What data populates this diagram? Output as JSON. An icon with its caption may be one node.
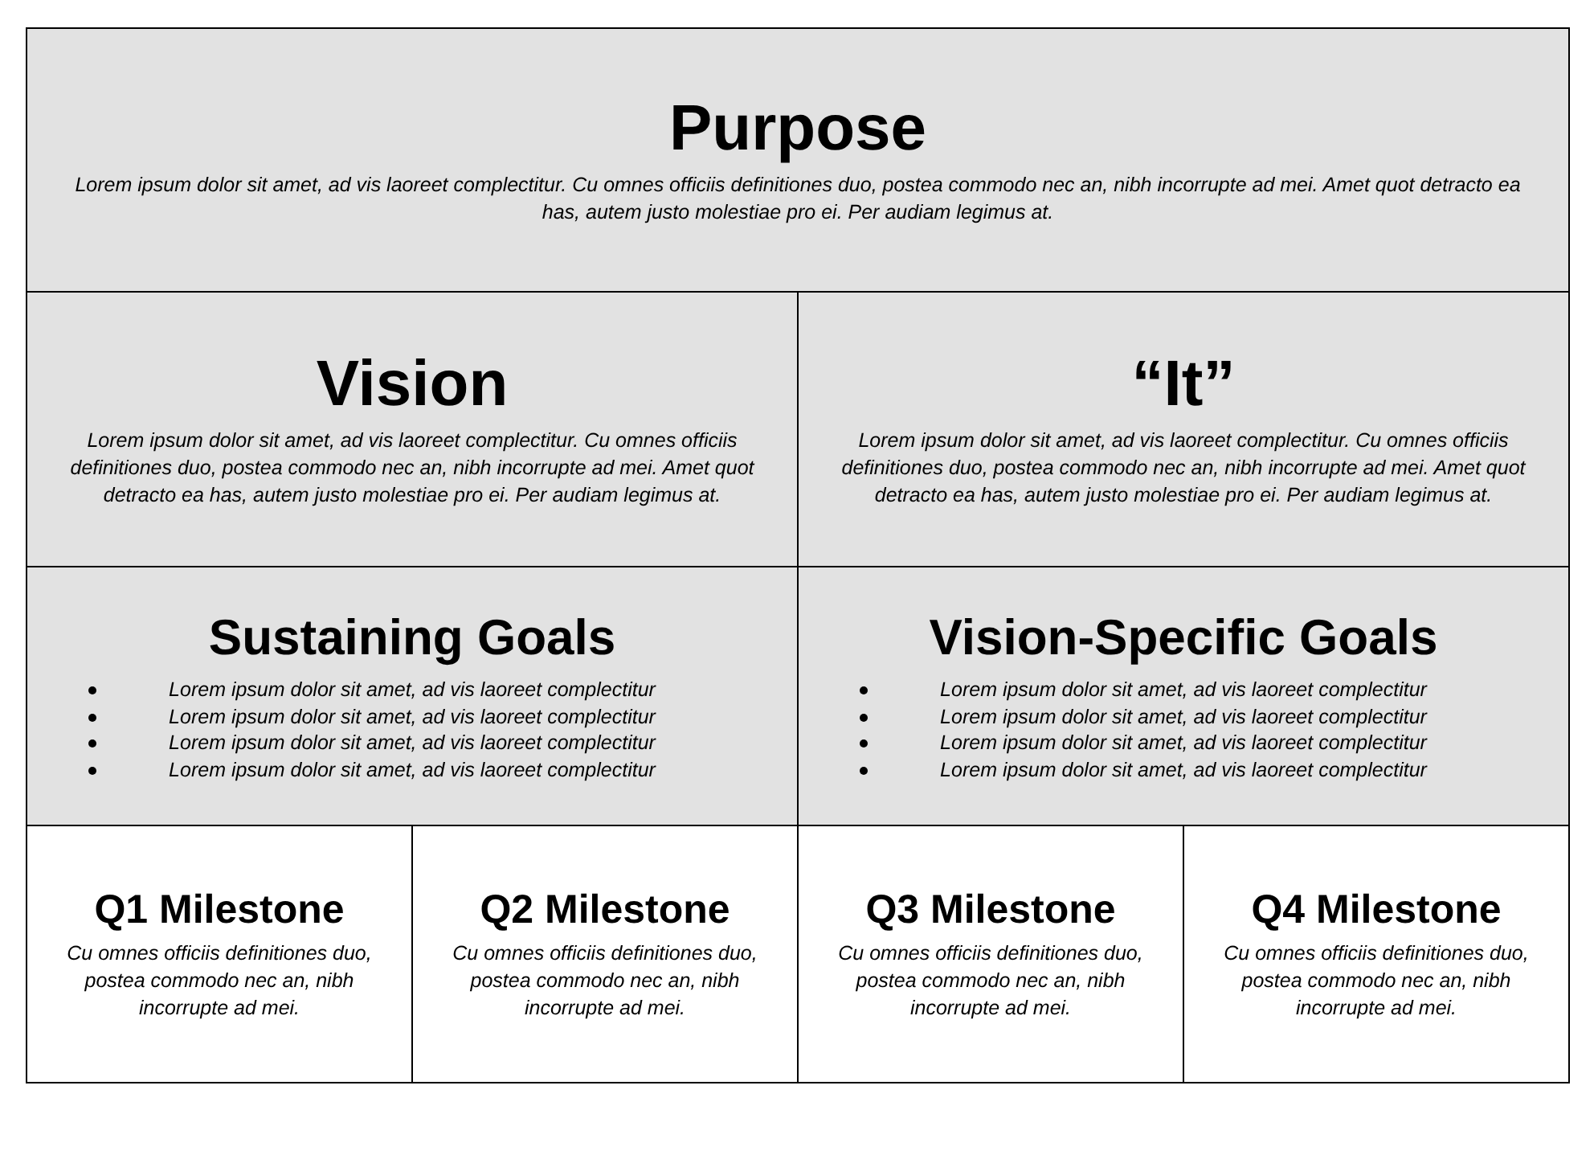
{
  "diagram": {
    "nodes": [
      {
        "text": [
          "Purpose",
          "Lorem ipsum dolor sit amet, ad vis laoreet complectitur. Cu omnes officiis definitiones duo, postea commodo nec an, nibh incorrupte ad mei. Amet quot detracto ea has, autem justo molestiae pro ei. Per audiam legimus at."
        ]
      },
      {
        "text": [
          "Vision",
          "Lorem ipsum dolor sit amet, ad vis laoreet complectitur. Cu omnes officiis definitiones duo, postea commodo nec an, nibh incorrupte ad mei. Amet quot detracto ea has, autem justo molestiae pro ei. Per audiam legimus at."
        ]
      },
      {
        "text": [
          "“It”",
          "Lorem ipsum dolor sit amet, ad vis laoreet complectitur. Cu omnes officiis definitiones duo, postea commodo nec an, nibh incorrupte ad mei. Amet quot detracto ea has, autem justo molestiae pro ei. Per audiam legimus at."
        ]
      },
      {
        "text": [
          "Sustaining Goals",
          "Lorem ipsum dolor sit amet, ad vis laoreet complectitur",
          "Lorem ipsum dolor sit amet, ad vis laoreet complectitur",
          "Lorem ipsum dolor sit amet, ad vis laoreet complectitur",
          "Lorem ipsum dolor sit amet, ad vis laoreet complectitur"
        ]
      },
      {
        "text": [
          "Vision-Specific Goals",
          "Lorem ipsum dolor sit amet, ad vis laoreet complectitur",
          "Lorem ipsum dolor sit amet, ad vis laoreet complectitur",
          "Lorem ipsum dolor sit amet, ad vis laoreet complectitur",
          "Lorem ipsum dolor sit amet, ad vis laoreet complectitur"
        ]
      },
      {
        "text": [
          "Q1 Milestone",
          "Cu omnes officiis definitiones duo, postea commodo nec an, nibh incorrupte ad mei."
        ]
      },
      {
        "text": [
          "Q2 Milestone",
          "Cu omnes officiis definitiones duo, postea commodo nec an, nibh incorrupte ad mei."
        ]
      },
      {
        "text": [
          "Q3 Milestone",
          "Cu omnes officiis definitiones duo, postea commodo nec an, nibh incorrupte ad mei."
        ]
      },
      {
        "text": [
          "Q4 Milestone",
          "Cu omnes officiis definitiones duo, postea commodo nec an, nibh incorrupte ad mei."
        ]
      }
    ]
  }
}
